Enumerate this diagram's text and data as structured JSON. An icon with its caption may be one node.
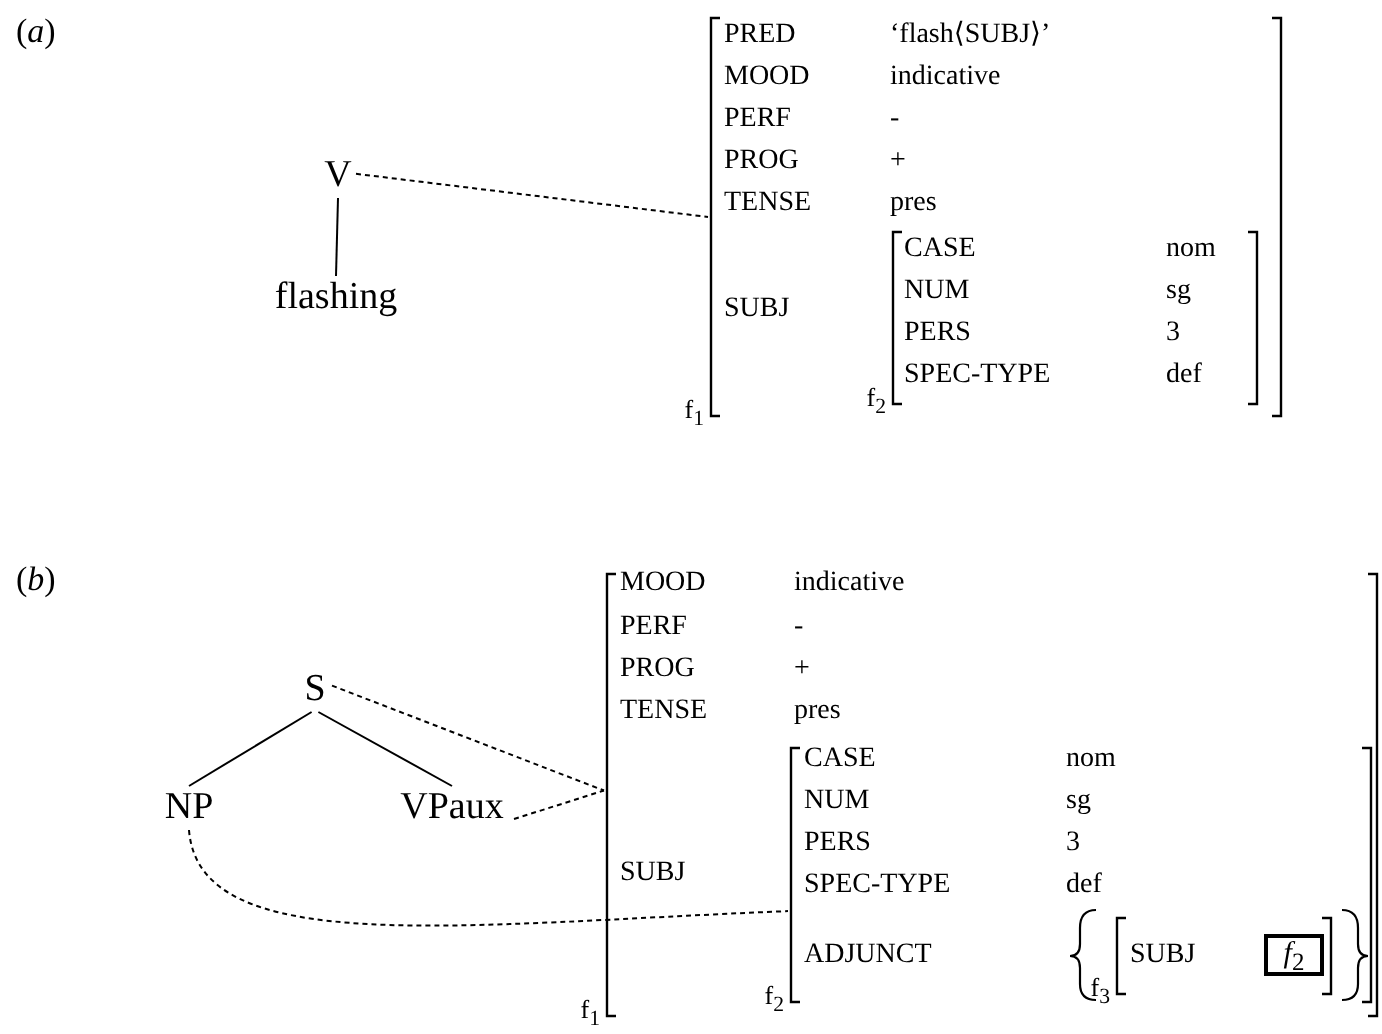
{
  "diagram": {
    "nodes": [
      {
        "text": [
          "V"
        ]
      },
      {
        "text": [
          "flashing"
        ]
      },
      {
        "text": [
          "PRED",
          "‘flash⟨SUBJ⟩’",
          "MOOD",
          "indicative",
          "PERF",
          "-",
          "PROG",
          "+",
          "TENSE",
          "pres",
          "SUBJ"
        ],
        "beside": [
          "f$_{1}$"
        ]
      },
      {
        "text": [
          "CASE",
          "nom",
          "NUM",
          "sg",
          "PERS",
          "3",
          "SPEC-TYPE",
          "def"
        ],
        "beside": [
          "f$_{2}$"
        ],
        "in": 2
      },
      {
        "text": [
          "S"
        ]
      },
      {
        "text": [
          "NP"
        ]
      },
      {
        "text": [
          "VPaux"
        ]
      },
      {
        "text": [
          "MOOD",
          "indicative",
          "PERF",
          "-",
          "PROG",
          "+",
          "TENSE",
          "pres",
          "SUBJ"
        ],
        "beside": [
          "f$_{1}$"
        ]
      },
      {
        "text": [
          "CASE",
          "nom",
          "NUM",
          "sg",
          "PERS",
          "3",
          "SPEC-TYPE",
          "def",
          "ADJUNCT"
        ],
        "beside": [
          "f$_{2}$"
        ],
        "in": 7
      },
      {
        "text": [
          "SUBJ"
        ],
        "beside": [
          "f$_{3}$"
        ],
        "in": 8
      },
      {
        "text": [
          "*f*$_{2}$"
        ],
        "in": 9
      }
    ],
    "edges": [
      {
        "from": 0,
        "to": 1,
        "arrow": "none"
      },
      {
        "from": 0,
        "to": 2,
        "arrow": "none",
        "style": "dashed"
      },
      {
        "from": 4,
        "to": 5,
        "arrow": "none"
      },
      {
        "from": 4,
        "to": 6,
        "arrow": "none"
      },
      {
        "from": 4,
        "to": 7,
        "arrow": "none",
        "style": "dashed"
      },
      {
        "from": 6,
        "to": 7,
        "arrow": "none",
        "style": "dashed"
      },
      {
        "from": 5,
        "to": 8,
        "arrow": "none",
        "style": "dashed"
      }
    ],
    "labels": [
      "(*a*)",
      "(*b*)"
    ]
  }
}
